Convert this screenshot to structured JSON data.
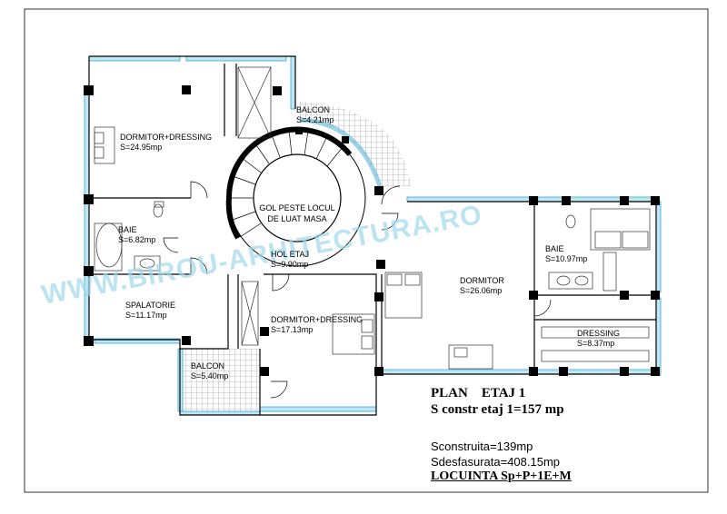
{
  "watermark": "WWW.BIROU-ARHITECTURA.RO",
  "rooms": [
    {
      "id": "dormitor-dressing-1",
      "name": "DORMITOR+DRESSING",
      "area": "S=24.95mp"
    },
    {
      "id": "balcon-1",
      "name": "BALCON",
      "area": "S=4.21mp"
    },
    {
      "id": "gol",
      "name": "GOL PESTE LOCUL",
      "name2": "DE LUAT MASA"
    },
    {
      "id": "baie-1",
      "name": "BAIE",
      "area": "S=6.82mp"
    },
    {
      "id": "hol",
      "name": "HOL ETAJ",
      "area": "S=9.90mp"
    },
    {
      "id": "spalatorie",
      "name": "SPALATORIE",
      "area": "S=11.17mp"
    },
    {
      "id": "dormitor-dressing-2",
      "name": "DORMITOR+DRESSING",
      "area": "S=17.13mp"
    },
    {
      "id": "balcon-2",
      "name": "BALCON",
      "area": "S=5.40mp"
    },
    {
      "id": "dormitor",
      "name": "DORMITOR",
      "area": "S=26.06mp"
    },
    {
      "id": "baie-2",
      "name": "BAIE",
      "area": "S=10.97mp"
    },
    {
      "id": "dressing",
      "name": "DRESSING",
      "area": "S=8.37mp"
    }
  ],
  "info": {
    "plan_title": "PLAN    ETAJ 1",
    "constr_etaj": "S constr etaj 1=157 mp",
    "sconstruita": "Sconstruita=139mp",
    "sdesfasurata": "Sdesfasurata=408.15mp",
    "locuinta": "LOCUINTA Sp+P+1E+M"
  },
  "colors": {
    "wall": "#000000",
    "glazing": "#bfe6f3",
    "glazing_edge": "#3aa6cf",
    "watermark": "#9fd8ec"
  }
}
